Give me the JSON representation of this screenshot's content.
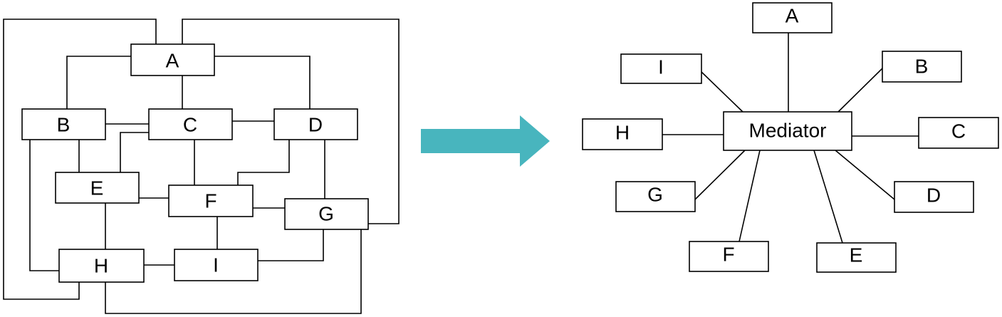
{
  "colors": {
    "arrow": "#48b5be",
    "line": "#000000",
    "box": "#ffffff"
  },
  "left_diagram": {
    "nodes": {
      "A": "A",
      "B": "B",
      "C": "C",
      "D": "D",
      "E": "E",
      "F": "F",
      "G": "G",
      "H": "H",
      "I": "I"
    }
  },
  "transition": {
    "icon": "right-arrow"
  },
  "right_diagram": {
    "hub": "Mediator",
    "nodes": {
      "A": "A",
      "B": "B",
      "C": "C",
      "D": "D",
      "E": "E",
      "F": "F",
      "G": "G",
      "H": "H",
      "I": "I"
    }
  }
}
